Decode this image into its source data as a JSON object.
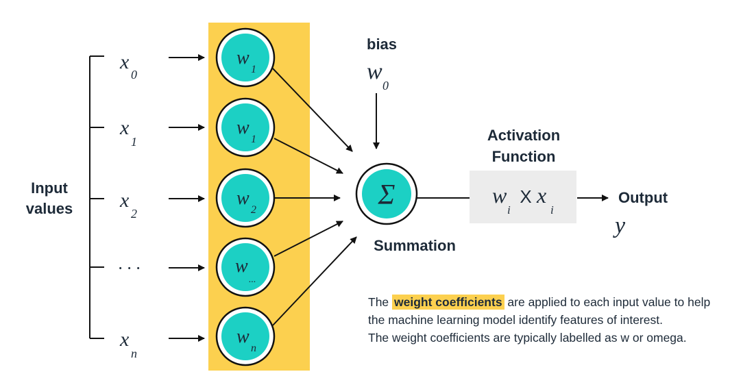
{
  "input_label_line1": "Input",
  "input_label_line2": "values",
  "inputs": [
    {
      "sym": "x",
      "sub": "0"
    },
    {
      "sym": "x",
      "sub": "1"
    },
    {
      "sym": "x",
      "sub": "2"
    },
    {
      "sym": "· · ·",
      "sub": ""
    },
    {
      "sym": "x",
      "sub": "n"
    }
  ],
  "weights": [
    {
      "sym": "w",
      "sub": "1"
    },
    {
      "sym": "w",
      "sub": "1"
    },
    {
      "sym": "w",
      "sub": "2"
    },
    {
      "sym": "w",
      "sub": "..."
    },
    {
      "sym": "w",
      "sub": "n"
    }
  ],
  "bias": {
    "label": "bias",
    "sym": "w",
    "sub": "0"
  },
  "summation": {
    "symbol": "Σ",
    "label": "Summation"
  },
  "activation": {
    "title_line1": "Activation",
    "title_line2": "Function",
    "w": "w",
    "w_sub": "i",
    "times": "X",
    "x": "x",
    "x_sub": "i"
  },
  "output": {
    "label": "Output",
    "sym": "y"
  },
  "note": {
    "pre": "The ",
    "highlight": "weight coefficients",
    "post": " are applied to each input value to help",
    "line2": "the machine learning model identify features of interest.",
    "line3": "The weight coefficients are typically labelled as w or omega."
  },
  "colors": {
    "band": "#fcd04f",
    "node": "#1cd0c4",
    "text": "#1d2a38",
    "activation_box": "#ececec"
  }
}
